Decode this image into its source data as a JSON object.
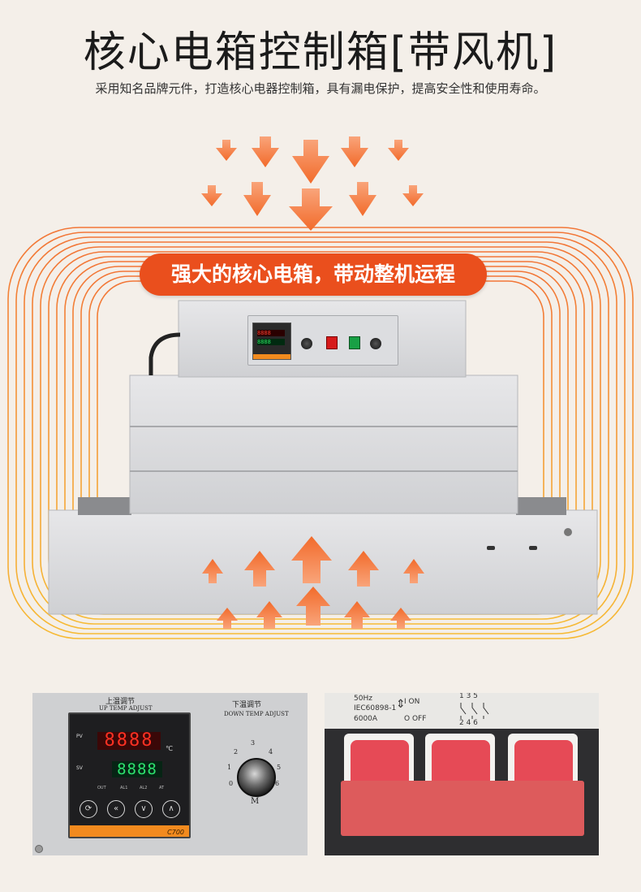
{
  "header": {
    "title": "核心电箱控制箱[带风机]",
    "subtitle": "采用知名品牌元件，打造核心电器控制箱，具有漏电保护，提高安全性和使用寿命。"
  },
  "hero": {
    "banner": "强大的核心电箱，带动整机运程"
  },
  "left_panel": {
    "up_label": "上温调节",
    "up_label_en": "UP TEMP ADJUST",
    "down_label": "下温调节",
    "down_label_en": "DOWN TEMP ADJUST",
    "pv_label": "PV",
    "sv_label": "SV",
    "pv_value": "8888",
    "sv_value": "8888",
    "unit": "℃",
    "led_labels": [
      "OUT",
      "AL1",
      "AL2",
      "AT"
    ],
    "button_icons": [
      "set-icon",
      "shift-left-icon",
      "down-arrow-icon",
      "up-arrow-icon"
    ],
    "model": "C700",
    "dial_marks": [
      "0",
      "1",
      "2",
      "3",
      "4",
      "5",
      "6",
      "M"
    ]
  },
  "right_panel": {
    "freq": "50Hz",
    "standard": "IEC60898-1",
    "rating": "6000A",
    "on_label": "I ON",
    "off_label": "O OFF",
    "top_terminals": "1 3 5",
    "bottom_terminals": "2 4 6"
  },
  "colors": {
    "accent": "#ea4f1d",
    "arrow": "#f26b2b",
    "heat_ring_top": "#f26a24",
    "heat_ring_bottom": "#f7b522",
    "background": "#f4efe9"
  }
}
